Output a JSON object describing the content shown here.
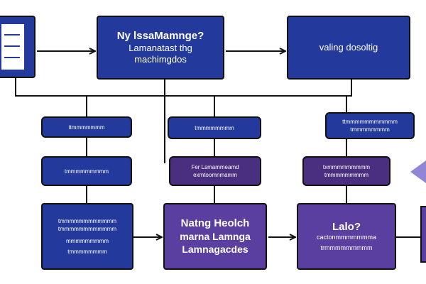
{
  "top_row": {
    "box_center": {
      "line1": "Ny lssaMamnge?",
      "line2": "Lamanatast thg",
      "line3": "machimgdos"
    },
    "box_right": {
      "line1": "valing dosoltig"
    }
  },
  "mid_row": {
    "left_label_1": "ttmmmmmmm",
    "left_label_2": "tmmmmmmmmm",
    "center_label_1": "tmmmmmmmm",
    "center_label_2_line1": "Fer Lsmammeamd",
    "center_label_2_line2": "exmtoomnmamm",
    "right_label_1_line1": "ttmmmmmmmmmmm",
    "right_label_1_line2": "tmmmmmmmm",
    "right_label_2_line1": "txmmmmmmmmm",
    "right_label_2_line2": "tmmmmmmmmm"
  },
  "bottom_row": {
    "left": {
      "line1": "tmmmmmmmmmmmm",
      "line2": "tmmmmmmmmmmmm",
      "line3": "mmmmmmmmm",
      "line4": "tmmmmmmmm"
    },
    "center": {
      "line1": "Natng Heolch",
      "line2": "marna Lamnga",
      "line3": "Lamnagacdes"
    },
    "right": {
      "line1": "Lalo?",
      "line2": "cactonmmmmmmma",
      "line3": "trmmmmmmmmm"
    }
  },
  "colors": {
    "blue": "#233a9c",
    "purple": "#5a3fa0",
    "line": "#111111",
    "arrow_icon": "#8f87d6"
  }
}
